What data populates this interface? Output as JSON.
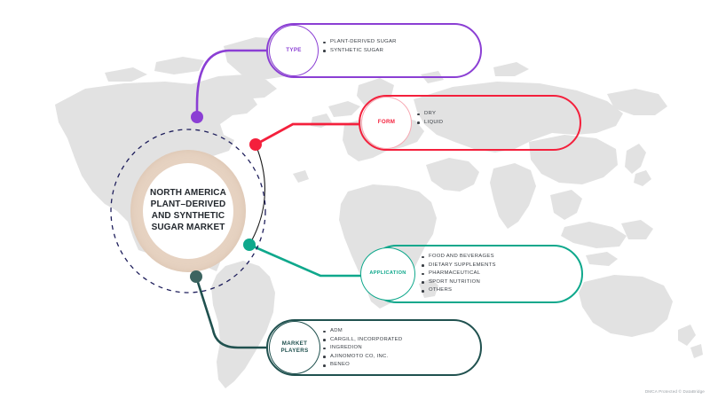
{
  "page": {
    "background_color": "#ffffff",
    "watermark": "DMCA Protected © DataBridge"
  },
  "hub": {
    "title": "NORTH AMERICA\nPLANT–DERIVED\nAND SYNTHETIC\nSUGAR MARKET",
    "ring_color": "#e6d2c1",
    "dashed_circle_color": "#1f1f5c",
    "title_color": "#23282e"
  },
  "branches": [
    {
      "id": "type",
      "label": "TYPE",
      "color": "#8b3fd4",
      "items": [
        "PLANT-DERIVED SUGAR",
        "SYNTHETIC SUGAR"
      ],
      "node_dot_color": "#8b3fd4"
    },
    {
      "id": "form",
      "label": "FORM",
      "color": "#f4203c",
      "items": [
        "DRY",
        "LIQUID"
      ],
      "node_dot_color": "#f4203c"
    },
    {
      "id": "application",
      "label": "APPLICATION",
      "color": "#0fa88c",
      "items": [
        "FOOD AND BEVERAGES",
        "DIETARY SUPPLEMENTS",
        "PHARMACEUTICAL",
        "SPORT NUTRITION",
        "OTHERS"
      ],
      "node_dot_color": "#0fa88c"
    },
    {
      "id": "market-players",
      "label": "MARKET\nPLAYERS",
      "color": "#20514f",
      "items": [
        "ADM",
        "CARGILL, INCORPORATED",
        "INGREDION",
        "AJINOMOTO CO, INC.",
        "BENEO"
      ],
      "node_dot_color": "#3c6460"
    }
  ]
}
